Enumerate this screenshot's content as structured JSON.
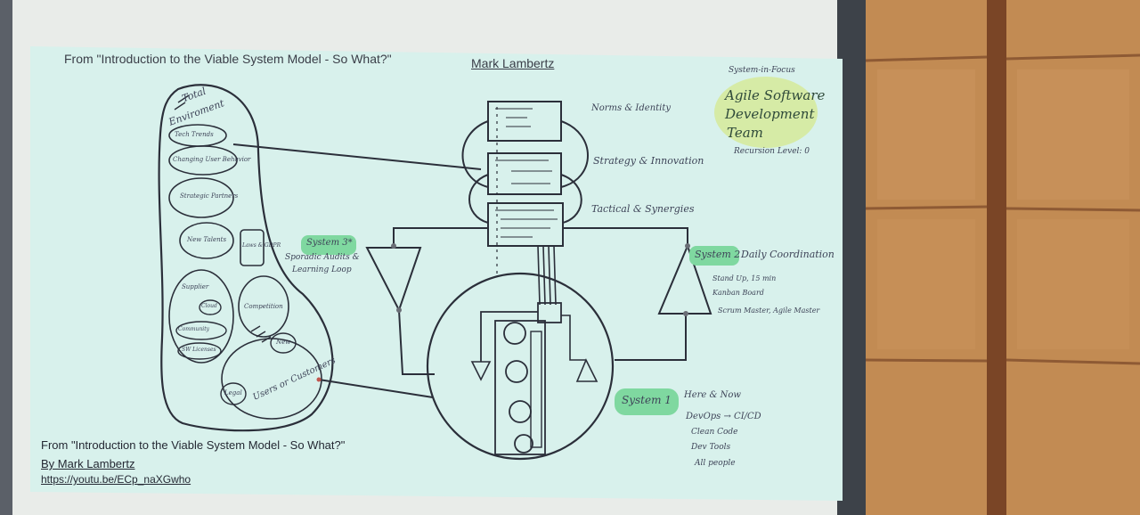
{
  "slide": {
    "title_top": "From \"Introduction to the Viable System Model - So What?\"",
    "author_top": "Mark Lambertz",
    "footer_title": "From \"Introduction to the Viable System Model - So What?\"",
    "footer_author": "By Mark Lambertz",
    "footer_link": "https://youtu.be/ECp_naXGwho"
  },
  "handwriting": {
    "system_in_focus_label": "System-in-Focus",
    "focus_team_line1": "Agile Software",
    "focus_team_line2": "Development",
    "focus_team_line3": "Team",
    "recursion": "Recursion Level: 0",
    "norms": "Norms & Identity",
    "strategy": "Strategy & Innovation",
    "tactical": "Tactical & Synergies",
    "system3star": "System 3*",
    "audits_line1": "Sporadic Audits &",
    "audits_line2": "Learning Loop",
    "system2": "System 2",
    "daily": "Daily Coordination",
    "s2_item1": "Stand Up, 15 min",
    "s2_item2": "Kanban Board",
    "s2_item3": "Scrum Master, Agile Master",
    "system1": "System 1",
    "here_now": "Here & Now",
    "s1_item1": "DevOps → CI/CD",
    "s1_item2": "Clean Code",
    "s1_item3": "Dev Tools",
    "s1_item4": "All people",
    "env_title_line1": "Total",
    "env_title_line2": "Enviroment",
    "env_tech": "Tech Trends",
    "env_changing": "Changing User Behavior",
    "env_strategic": "Strategic Partners",
    "env_new_talents": "New Talents",
    "env_laws": "Laws & GDPR",
    "env_supplier": "Supplier",
    "env_cloud": "Cloud",
    "env_community": "Community",
    "env_licenses": "SW Licenses",
    "env_competition": "Competition",
    "env_new": "New",
    "env_users": "Users or Customers",
    "env_legal": "Legal"
  },
  "colors": {
    "slide_bg": "#d9f2ee",
    "highlight_green": "#7fd8a0",
    "highlight_yellow": "#d6ea9a",
    "ink": "#2b2f3a",
    "wall": "#c8925a"
  }
}
